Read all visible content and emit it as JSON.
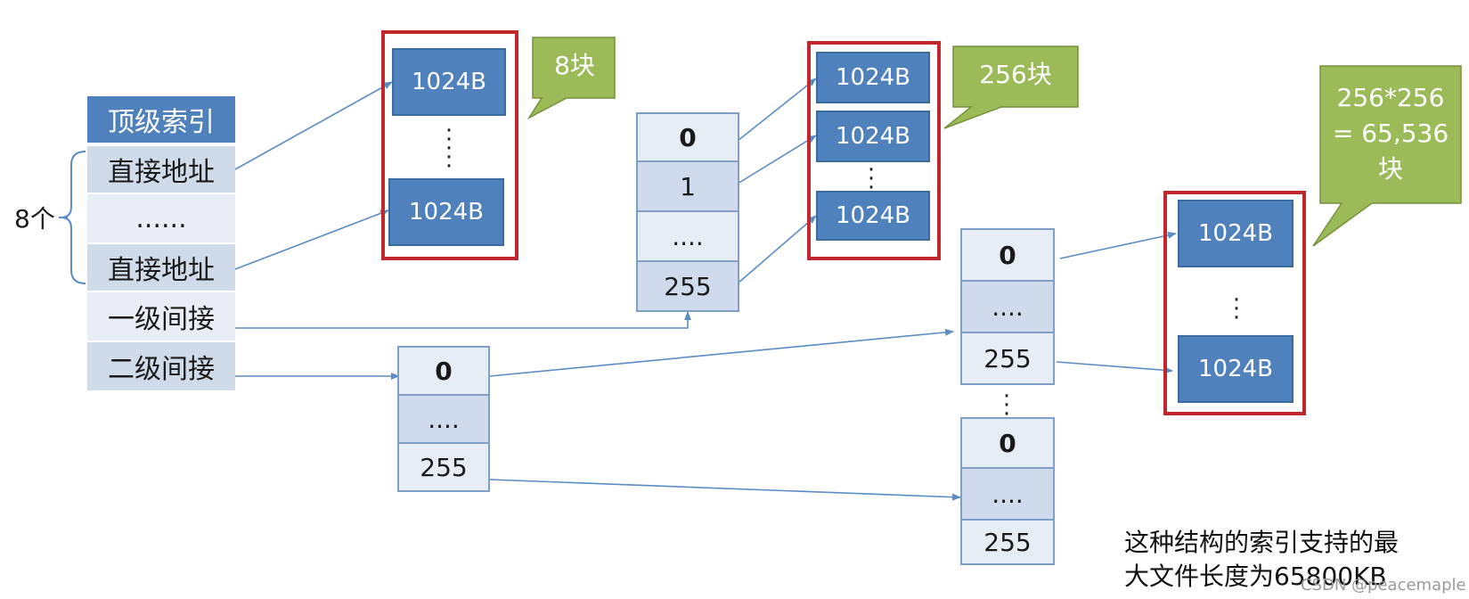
{
  "inode": {
    "title": "顶级索引",
    "group_label": "8个",
    "direct_1": "直接地址",
    "ellipsis": "......",
    "direct_2": "直接地址",
    "single_indirect": "一级间接",
    "double_indirect": "二级间接"
  },
  "direct_blocks": {
    "block_top": "1024B",
    "block_bottom": "1024B",
    "callout": "8块"
  },
  "single_index_table": {
    "row0": "0",
    "row1": "1",
    "row2": "....",
    "row3": "255"
  },
  "single_blocks": {
    "block_1": "1024B",
    "block_2": "1024B",
    "block_3": "1024B",
    "callout": "256块"
  },
  "double_l1_table": {
    "row0": "0",
    "row1": "....",
    "row2": "255"
  },
  "double_l2_table_a": {
    "row0": "0",
    "row1": "....",
    "row2": "255"
  },
  "double_l2_table_b": {
    "row0": "0",
    "row1": "....",
    "row2": "255"
  },
  "double_blocks": {
    "block_top": "1024B",
    "block_bottom": "1024B",
    "callout_line1": "256*256",
    "callout_line2": "= 65,536",
    "callout_line3": "块"
  },
  "note": {
    "line1": "这种结构的索引支持的最",
    "line2": "大文件长度为65800KB"
  },
  "watermark": "CSDN @peacemaple",
  "colors": {
    "block_fill": "#4f81bd",
    "frame_red": "#c0282d",
    "callout_green": "#9bbb59",
    "arrow": "#5b8cc4"
  }
}
